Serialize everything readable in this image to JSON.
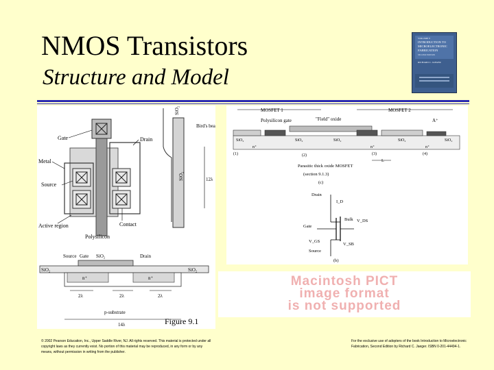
{
  "slide": {
    "title": "NMOS Transistors",
    "subtitle": "Structure and Model",
    "figure_caption": "Figure 9.1",
    "copyright": "© 2002 Pearson Education, Inc., Upper Saddle River, NJ. All rights reserved. This material is protected under all copyright laws as they currently exist. No portion of this material may be reproduced, in any form or by any means, without permission in writing from the publisher.",
    "usage_note": "For the exclusive use of adopters of the book Introduction to Microelectronic Fabrication, Second Edition by Richard C. Jaeger. ISBN 0-201-44494-1."
  },
  "book_cover": {
    "lines": [
      "VOLUME V",
      "INTRODUCTION TO",
      "MICROELECTRONIC",
      "FABRICATION",
      "SECOND EDITION",
      "RICHARD C. JAEGER"
    ]
  },
  "figure_left": {
    "labels": {
      "gate": "Gate",
      "drain": "Drain",
      "metal": "Metal",
      "source": "Source",
      "active_region": "Active region",
      "contact": "Contact",
      "polysilicon": "Polysilicon",
      "sio2_top": "SiO₂",
      "sio2_mid": "SiO₂",
      "birds_beak": "Bird's beak",
      "dim_12l": "12λ",
      "xs_source": "Source",
      "xs_gate": "Gate",
      "xs_sio2": "SiO₂",
      "xs_drain": "Drain",
      "xs_sio2_left": "SiO₂",
      "xs_sio2_right": "SiO₂",
      "xs_n_left": "n⁺",
      "xs_n_right": "n⁺",
      "dim_2l_a": "2λ",
      "dim_2l_b": "2λ",
      "dim_2l_c": "2λ",
      "p_substrate": "p-substrate",
      "dim_14l": "14λ"
    }
  },
  "figure_right": {
    "labels": {
      "mosfet1": "MOSFET 1",
      "mosfet2": "MOSFET 2",
      "poly_gate": "Polysilicon gate",
      "field_oxide": "\"Field\" oxide",
      "a_plus": "A⁺",
      "sio2": [
        "SiO₂",
        "SiO₂",
        "SiO₂",
        "SiO₂",
        "SiO₂"
      ],
      "n_plus": [
        "n⁺",
        "n⁺",
        "n⁺"
      ],
      "nodes": [
        "(1)",
        "(2)",
        "(3)",
        "(4)"
      ],
      "l_label": "L",
      "parasitic": "Parasitic thick oxide MOSFET",
      "section": "(section 9.1.3)",
      "part_c": "(c)",
      "drain": "Drain",
      "id": "I_D",
      "gate": "Gate",
      "bulk": "Bulk",
      "vds": "V_DS",
      "vgs": "V_GS",
      "vsb": "V_SB",
      "source": "Source",
      "part_b": "(b)"
    }
  },
  "pict_placeholder": {
    "text": "Macintosh PICT\nimage format\nis not supported"
  }
}
